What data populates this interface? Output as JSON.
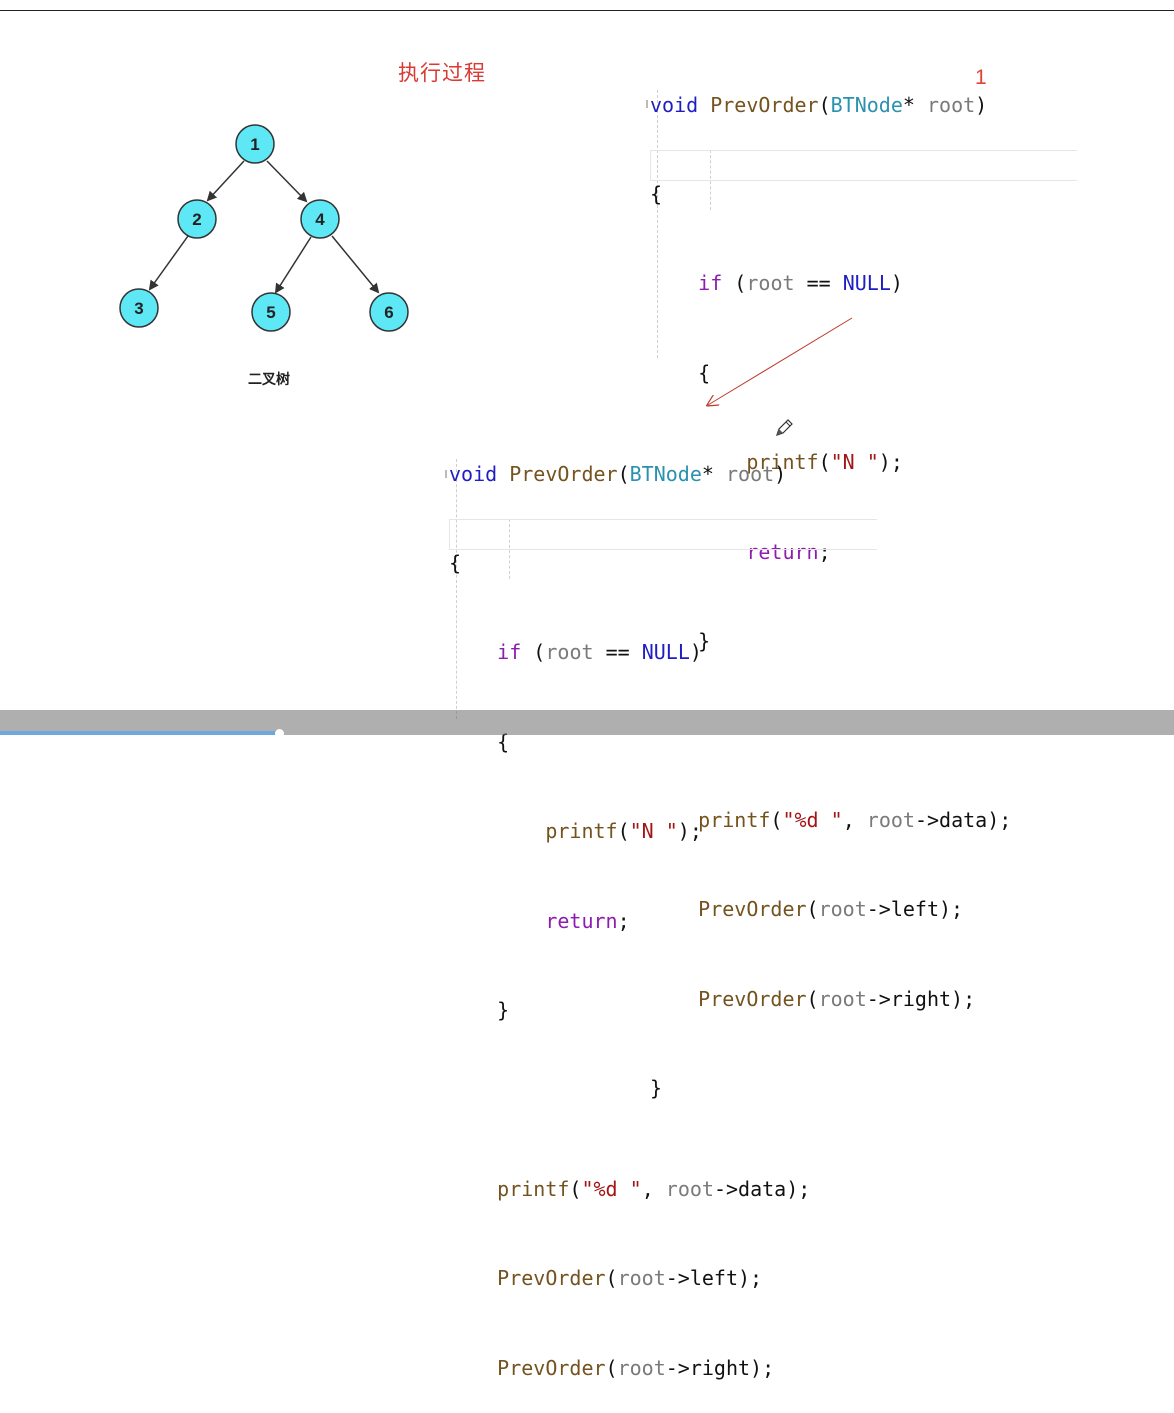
{
  "title": "执行过程",
  "step_number": "1",
  "tree": {
    "caption": "二叉树",
    "nodes": [
      "1",
      "2",
      "4",
      "3",
      "5",
      "6"
    ],
    "node_color": "#5ee8f5"
  },
  "colors": {
    "keyword": "#1f1ec4",
    "control": "#8d1db0",
    "function": "#74531f",
    "type": "#2b91af",
    "string": "#a31515",
    "title_red": "#d93a34",
    "arrow_red": "#c0392b"
  },
  "code": {
    "sig_void": "void",
    "sig_fn": "PrevOrder",
    "sig_open": "(",
    "sig_type": "BTNode",
    "sig_star": "* ",
    "sig_param": "root",
    "sig_close": ")",
    "open_brace": "{",
    "close_brace": "}",
    "if_kw": "if",
    "if_open": " (",
    "if_var": "root",
    "if_eq": " == ",
    "if_null": "NULL",
    "if_close": ")",
    "printf": "printf",
    "printf_open": "(",
    "str_n": "\"N \"",
    "stmt_end": ");",
    "return_kw": "return",
    "semicolon": ";",
    "str_d": "\"%d \"",
    "comma": ", ",
    "root": "root",
    "data_tail": "->data);",
    "recurse_fn": "PrevOrder",
    "left_tail": "->left);",
    "right_tail": "->right);"
  },
  "icons": [
    "pencil-cursor-icon",
    "red-arrow"
  ]
}
